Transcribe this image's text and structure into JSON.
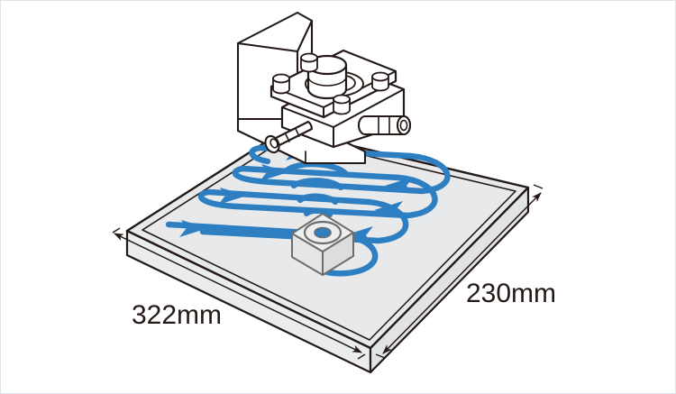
{
  "figure": {
    "title": "Scanning sensor head over measurement plate",
    "type": "isometric-technical-illustration"
  },
  "dimensions": {
    "width_label": "322mm",
    "depth_label": "230mm"
  },
  "colors": {
    "scan_path_blue": "#2E7FC2",
    "outline_dark": "#231916",
    "plate_top_fill": "#E8E9EA",
    "plate_side_fill": "#EDEDEE",
    "target_outline_gray": "#6E6E6E",
    "canvas_white": "#FFFFFF",
    "border_gray": "#DFE3E8"
  },
  "plate": {
    "name": "measurement-plate",
    "thickness_visible": true
  },
  "sensor_head": {
    "name": "sensor-head-assembly",
    "parts": [
      "l-bracket",
      "mounting-stage",
      "cylindrical-sensor-body",
      "corner-bolt",
      "left-cable-connector",
      "right-cable-connector"
    ]
  },
  "target": {
    "name": "target-block",
    "has_ring": true
  },
  "scan_path": {
    "name": "serpentine-scan-path",
    "pattern": "boustrophedon",
    "pass_count": 4,
    "arrow_count": 7
  },
  "signal_waves": {
    "name": "signal-wave-arcs",
    "arc_count": 4
  }
}
